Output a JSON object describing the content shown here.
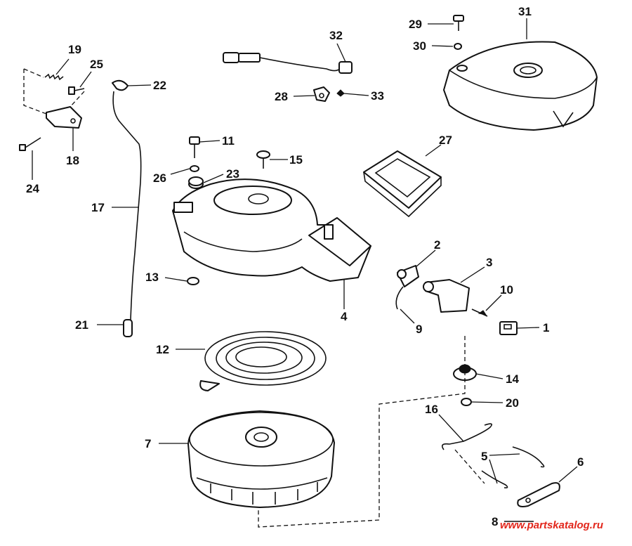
{
  "callouts": {
    "c1": "1",
    "c2": "2",
    "c3": "3",
    "c4": "4",
    "c5": "5",
    "c6": "6",
    "c7": "7",
    "c8": "8",
    "c9": "9",
    "c10": "10",
    "c11": "11",
    "c12": "12",
    "c13": "13",
    "c14": "14",
    "c15": "15",
    "c16": "16",
    "c17": "17",
    "c18": "18",
    "c19": "19",
    "c20": "20",
    "c21": "21",
    "c22": "22",
    "c23": "23",
    "c24": "24",
    "c25": "25",
    "c26": "26",
    "c27": "27",
    "c28": "28",
    "c29": "29",
    "c30": "30",
    "c31": "31",
    "c32": "32",
    "c33": "33"
  },
  "watermark": "www.partskatalog.ru",
  "colors": {
    "line": "#111111",
    "watermark": "#e2261b",
    "background": "#ffffff"
  }
}
